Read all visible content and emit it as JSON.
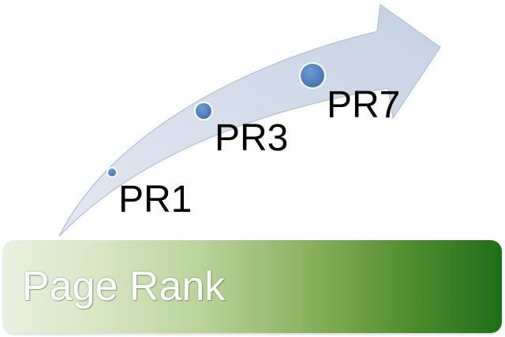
{
  "diagram": {
    "title": "Page Rank",
    "nodes": [
      {
        "id": "pr1",
        "label": "PR1"
      },
      {
        "id": "pr3",
        "label": "PR3"
      },
      {
        "id": "pr7",
        "label": "PR7"
      }
    ]
  },
  "colors": {
    "arrow_fill": "#d3dcea",
    "arrow_stroke": "#b7c6dc",
    "dot_fill": "#4f81bd",
    "band_start": "#e8f1de",
    "band_end": "#1f6e17",
    "title_text": "#ffffff"
  }
}
